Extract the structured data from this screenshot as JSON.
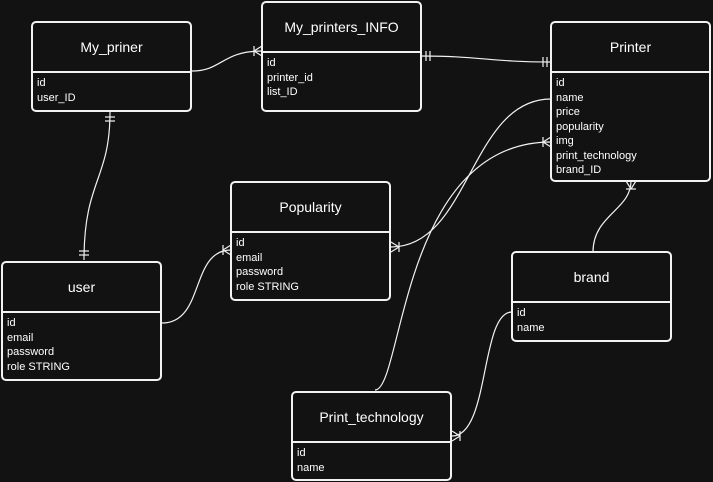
{
  "colors": {
    "background": "#121212",
    "stroke": "#f2f2f2",
    "text": "#ffffff"
  },
  "entities": {
    "my_priner": {
      "title": "My_priner",
      "fields": [
        "id",
        "user_ID"
      ]
    },
    "my_printers_info": {
      "title": "My_printers_INFO",
      "fields": [
        "id",
        "printer_id",
        "list_ID"
      ]
    },
    "printer": {
      "title": "Printer",
      "fields": [
        "id",
        "name",
        "price",
        "popularity",
        "img",
        "print_technology",
        "brand_ID"
      ]
    },
    "popularity": {
      "title": "Popularity",
      "fields": [
        "id",
        "email",
        "password",
        "role STRING"
      ]
    },
    "user": {
      "title": "user",
      "fields": [
        "id",
        "email",
        "password",
        "role STRING"
      ]
    },
    "brand": {
      "title": "brand",
      "fields": [
        "id",
        "name"
      ]
    },
    "print_technology": {
      "title": "Print_technology",
      "fields": [
        "id",
        "name"
      ]
    }
  }
}
